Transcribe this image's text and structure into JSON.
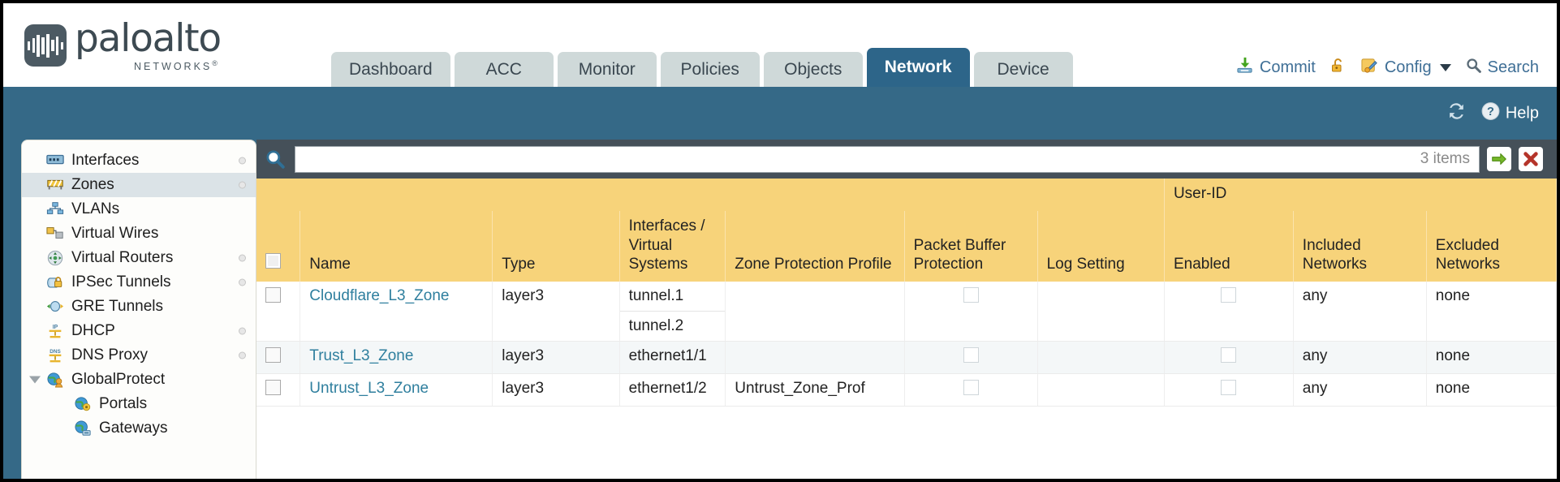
{
  "brand": {
    "name": "paloalto",
    "sub": "NETWORKS",
    "reg": "®"
  },
  "nav": {
    "tabs": [
      {
        "label": "Dashboard",
        "active": false
      },
      {
        "label": "ACC",
        "active": false
      },
      {
        "label": "Monitor",
        "active": false
      },
      {
        "label": "Policies",
        "active": false
      },
      {
        "label": "Objects",
        "active": false
      },
      {
        "label": "Network",
        "active": true
      },
      {
        "label": "Device",
        "active": false
      }
    ]
  },
  "toolbar": {
    "commit": "Commit",
    "config": "Config",
    "search": "Search",
    "help": "Help"
  },
  "sidebar": {
    "items": [
      {
        "label": "Interfaces",
        "icon": "interfaces-icon",
        "selected": false,
        "dot": true,
        "child": false,
        "expander": false
      },
      {
        "label": "Zones",
        "icon": "zones-icon",
        "selected": true,
        "dot": true,
        "child": false,
        "expander": false
      },
      {
        "label": "VLANs",
        "icon": "vlans-icon",
        "selected": false,
        "dot": false,
        "child": false,
        "expander": false
      },
      {
        "label": "Virtual Wires",
        "icon": "virtual-wires-icon",
        "selected": false,
        "dot": false,
        "child": false,
        "expander": false
      },
      {
        "label": "Virtual Routers",
        "icon": "virtual-routers-icon",
        "selected": false,
        "dot": true,
        "child": false,
        "expander": false
      },
      {
        "label": "IPSec Tunnels",
        "icon": "ipsec-tunnels-icon",
        "selected": false,
        "dot": true,
        "child": false,
        "expander": false
      },
      {
        "label": "GRE Tunnels",
        "icon": "gre-tunnels-icon",
        "selected": false,
        "dot": false,
        "child": false,
        "expander": false
      },
      {
        "label": "DHCP",
        "icon": "dhcp-icon",
        "selected": false,
        "dot": true,
        "child": false,
        "expander": false
      },
      {
        "label": "DNS Proxy",
        "icon": "dns-proxy-icon",
        "selected": false,
        "dot": true,
        "child": false,
        "expander": false
      },
      {
        "label": "GlobalProtect",
        "icon": "globalprotect-icon",
        "selected": false,
        "dot": false,
        "child": false,
        "expander": true
      },
      {
        "label": "Portals",
        "icon": "portals-icon",
        "selected": false,
        "dot": false,
        "child": true,
        "expander": false
      },
      {
        "label": "Gateways",
        "icon": "gateways-icon",
        "selected": false,
        "dot": false,
        "child": true,
        "expander": false
      }
    ]
  },
  "search": {
    "value": "",
    "placeholder": "",
    "item_count": "3 items"
  },
  "table": {
    "group_header": "User-ID",
    "columns": [
      "Name",
      "Type",
      "Interfaces / Virtual Systems",
      "Zone Protection Profile",
      "Packet Buffer Protection",
      "Log Setting",
      "Enabled",
      "Included Networks",
      "Excluded Networks"
    ],
    "rows": [
      {
        "name": "Cloudflare_L3_Zone",
        "type": "layer3",
        "interfaces": [
          "tunnel.1",
          "tunnel.2"
        ],
        "zone_protection_profile": "",
        "packet_buffer_protection": false,
        "log_setting": "",
        "userid_enabled": false,
        "included_networks": "any",
        "excluded_networks": "none"
      },
      {
        "name": "Trust_L3_Zone",
        "type": "layer3",
        "interfaces": [
          "ethernet1/1"
        ],
        "zone_protection_profile": "",
        "packet_buffer_protection": false,
        "log_setting": "",
        "userid_enabled": false,
        "included_networks": "any",
        "excluded_networks": "none"
      },
      {
        "name": "Untrust_L3_Zone",
        "type": "layer3",
        "interfaces": [
          "ethernet1/2"
        ],
        "zone_protection_profile": "Untrust_Zone_Prof",
        "packet_buffer_protection": false,
        "log_setting": "",
        "userid_enabled": false,
        "included_networks": "any",
        "excluded_networks": "none"
      }
    ]
  },
  "colors": {
    "header_amber": "#f7d37a",
    "group_amber": "#e5b24b",
    "band_blue": "#356987",
    "active_tab": "#2d6589",
    "link_teal": "#2f7f9e"
  }
}
